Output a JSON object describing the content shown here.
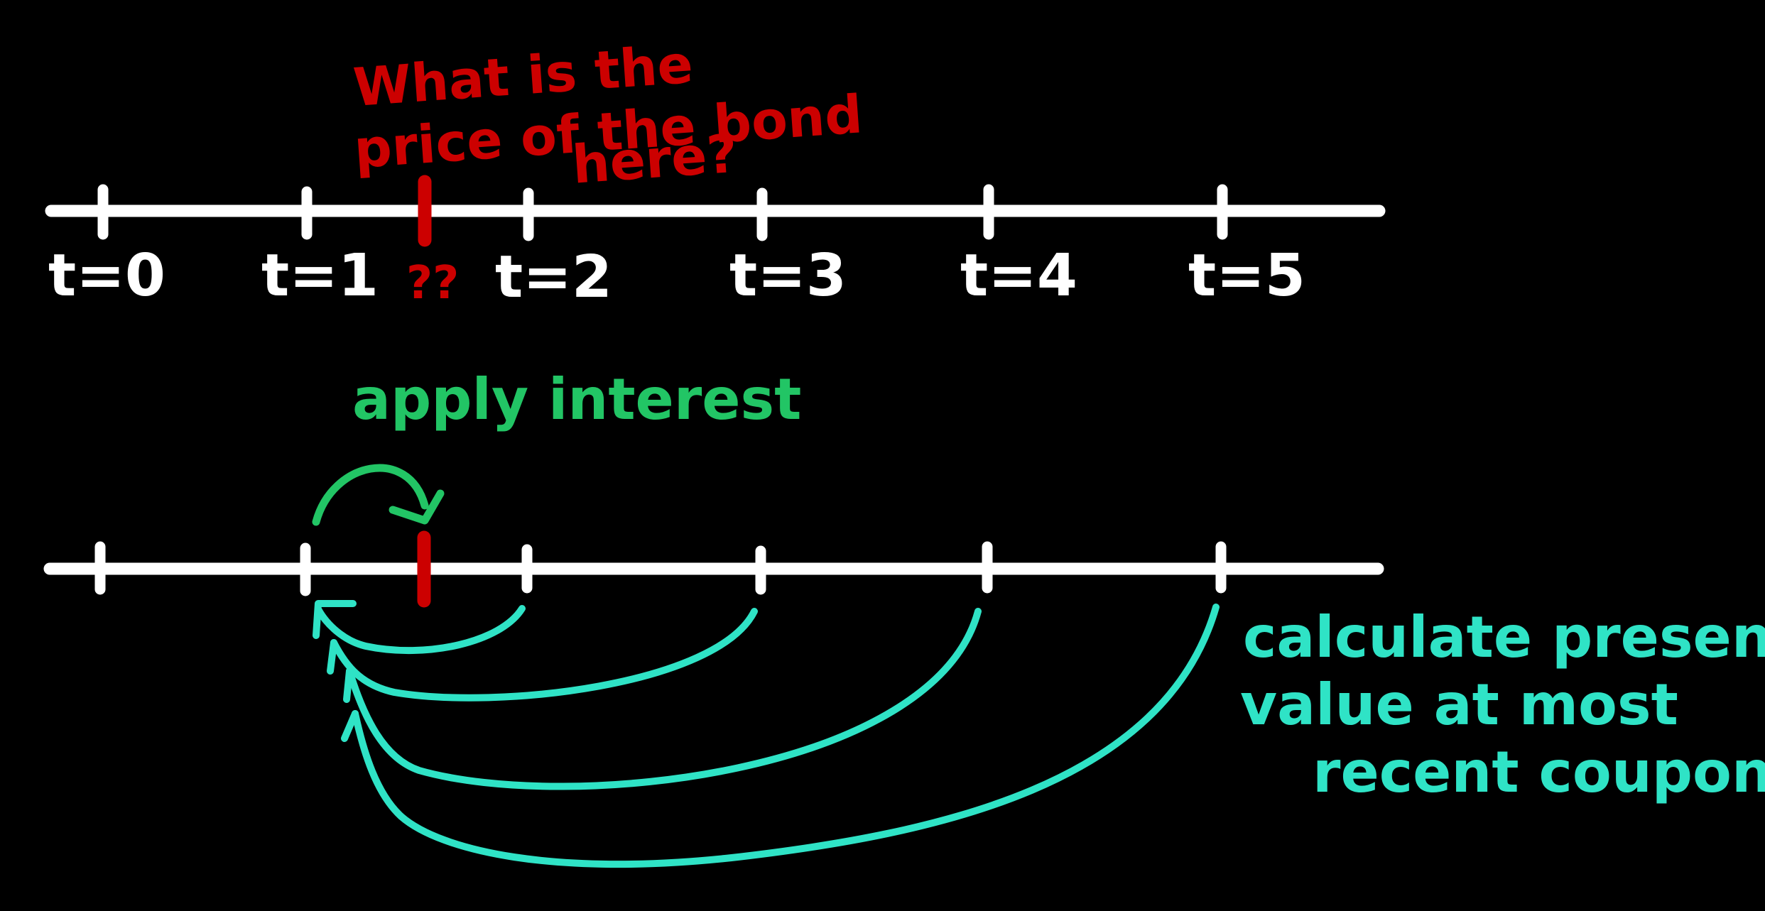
{
  "colors": {
    "background": "#000000",
    "timeline": "#ffffff",
    "question": "#cc0000",
    "interest": "#22c565",
    "present_value": "#2fe3c6"
  },
  "question": {
    "line1": "What is the",
    "line2": "price of the bond",
    "line3": "here?",
    "marker_label": "??"
  },
  "top_timeline": {
    "labels": [
      "t=0",
      "t=1",
      "t=2",
      "t=3",
      "t=4",
      "t=5"
    ]
  },
  "apply_interest": {
    "label": "apply interest"
  },
  "present_value_note": {
    "line1": "calculate present",
    "line2": "value at most",
    "line3": "recent coupon"
  }
}
